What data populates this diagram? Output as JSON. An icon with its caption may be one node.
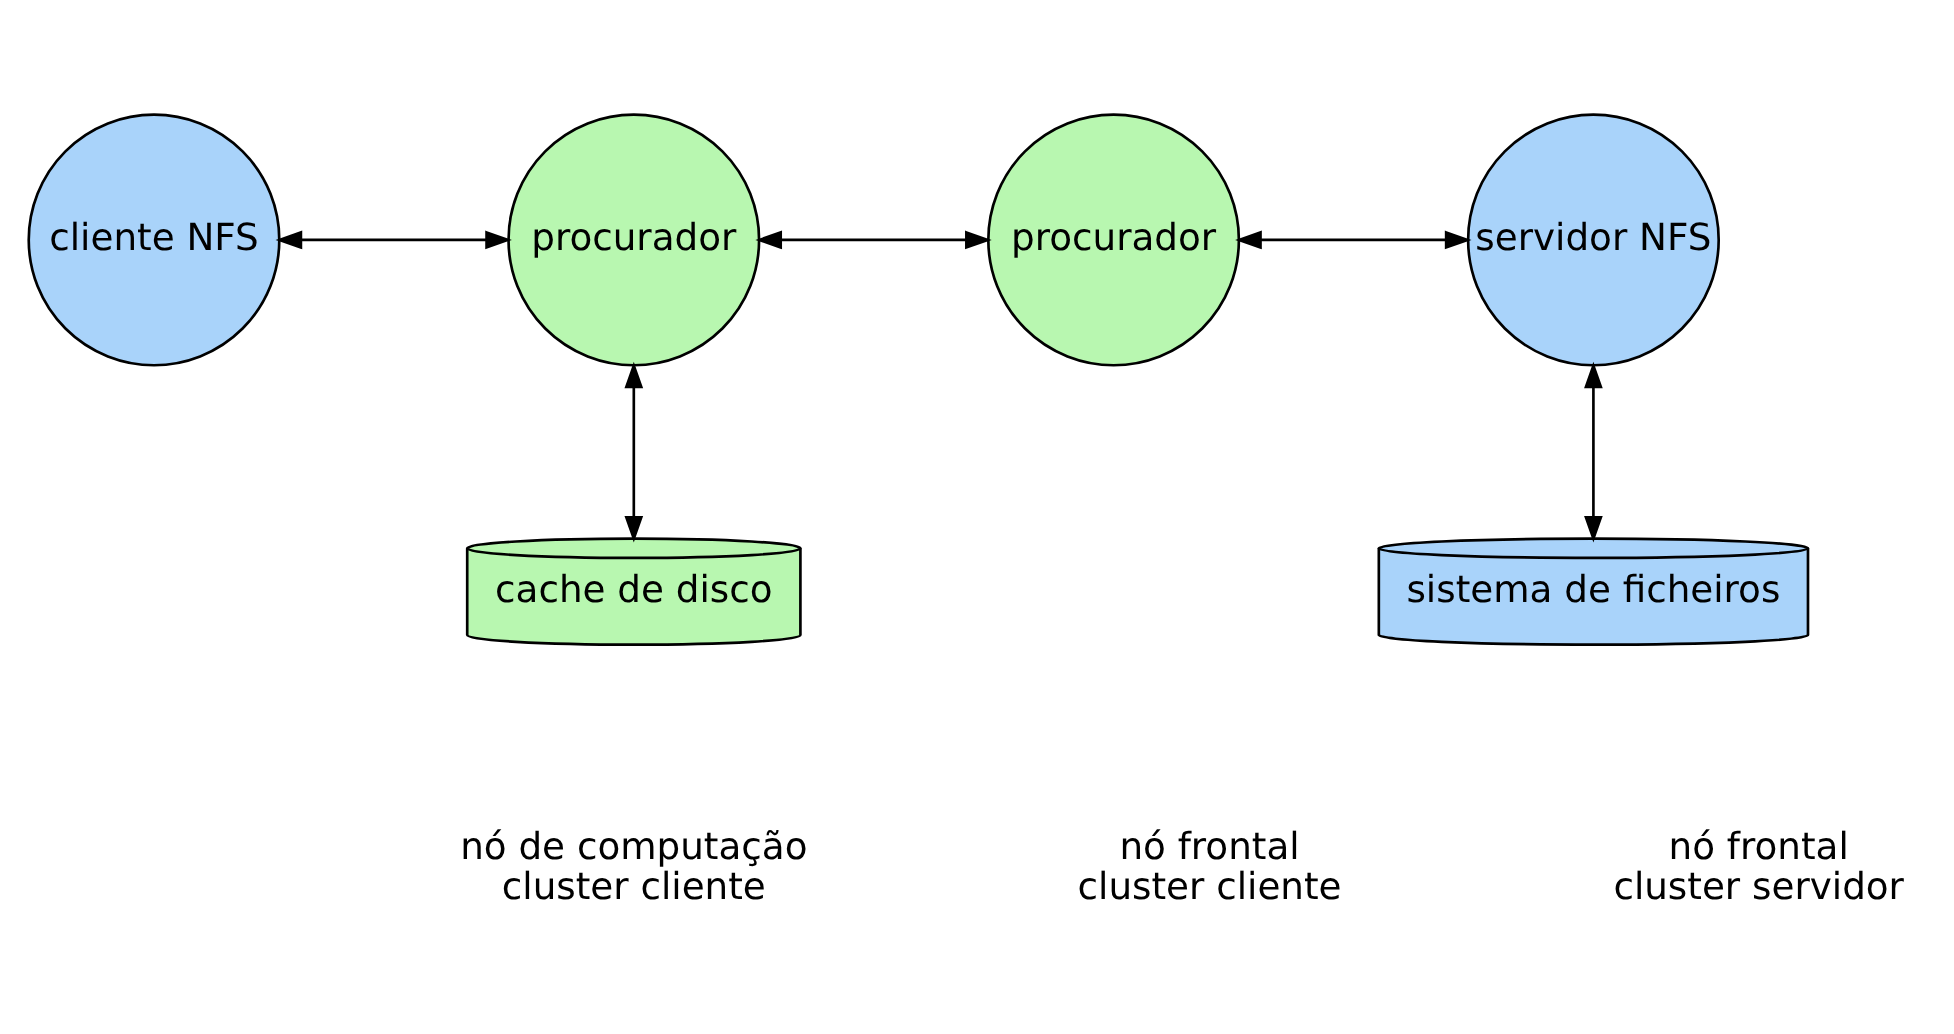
{
  "diagram": {
    "nodes": [
      {
        "text": [
          "cliente NFS"
        ]
      },
      {
        "text": [
          "procurador"
        ]
      },
      {
        "text": [
          "procurador"
        ]
      },
      {
        "text": [
          "servidor NFS"
        ]
      },
      {
        "text": [
          "cache de disco"
        ]
      },
      {
        "text": [
          "sistema de ficheiros"
        ]
      }
    ],
    "edges": [
      {
        "from": 0,
        "to": 1,
        "arrow": "both"
      },
      {
        "from": 1,
        "to": 2,
        "arrow": "both"
      },
      {
        "from": 2,
        "to": 3,
        "arrow": "both"
      },
      {
        "from": 1,
        "to": 4,
        "arrow": "both"
      },
      {
        "from": 3,
        "to": 5,
        "arrow": "both"
      }
    ],
    "labels": [
      "nó de computação cluster cliente",
      "nó frontal cluster cliente",
      "nó frontal cluster servidor"
    ]
  }
}
